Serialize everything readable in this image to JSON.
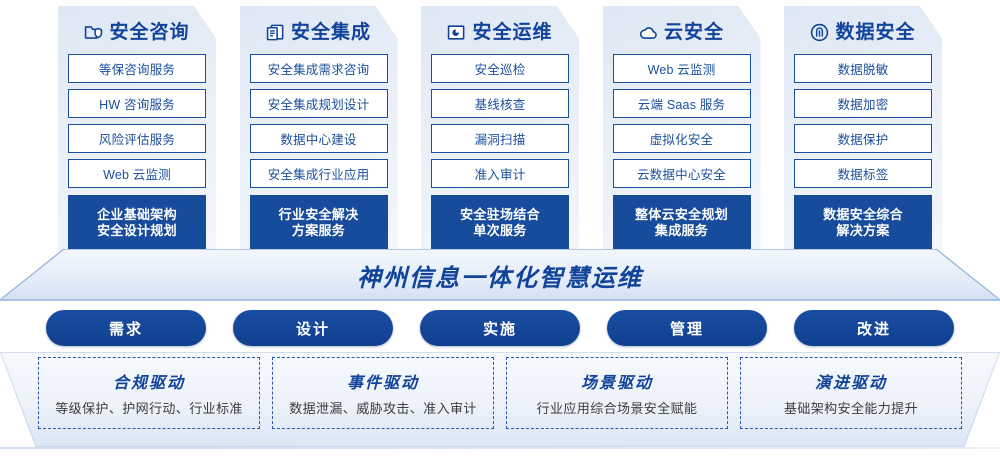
{
  "columns": [
    {
      "icon": "folder-shield-icon",
      "title": "安全咨询",
      "items": [
        "等保咨询服务",
        "HW 咨询服务",
        "风险评估服务",
        "Web 云监测"
      ],
      "footer": [
        "企业基础架构",
        "安全设计规划"
      ]
    },
    {
      "icon": "documents-copy-icon",
      "title": "安全集成",
      "items": [
        "安全集成需求咨询",
        "安全集成规划设计",
        "数据中心建设",
        "安全集成行业应用"
      ],
      "footer": [
        "行业安全解决",
        "方案服务"
      ]
    },
    {
      "icon": "folder-chart-icon",
      "title": "安全运维",
      "items": [
        "安全巡检",
        "基线核查",
        "漏洞扫描",
        "准入审计"
      ],
      "footer": [
        "安全驻场结合",
        "单次服务"
      ]
    },
    {
      "icon": "cloud-icon",
      "title": "云安全",
      "items": [
        "Web 云监测",
        "云端 Saas 服务",
        "虚拟化安全",
        "云数据中心安全"
      ],
      "footer": [
        "整体云安全规划",
        "集成服务"
      ]
    },
    {
      "icon": "fingerprint-icon",
      "title": "数据安全",
      "items": [
        "数据脱敏",
        "数据加密",
        "数据保护",
        "数据标签"
      ],
      "footer": [
        "数据安全综合",
        "解决方案"
      ]
    }
  ],
  "banner": {
    "text": "神州信息一体化智慧运维"
  },
  "phases": [
    {
      "label": "需求"
    },
    {
      "label": "设计"
    },
    {
      "label": "实施"
    },
    {
      "label": "管理"
    },
    {
      "label": "改进"
    }
  ],
  "drivers": [
    {
      "title": "合规驱动",
      "subtitle": "等级保护、护网行动、行业标准"
    },
    {
      "title": "事件驱动",
      "subtitle": "数据泄漏、威胁攻击、准入审计"
    },
    {
      "title": "场景驱动",
      "subtitle": "行业应用综合场景安全赋能"
    },
    {
      "title": "演进驱动",
      "subtitle": "基础架构安全能力提升"
    }
  ],
  "colors": {
    "brand_blue": "#12439a",
    "deep_blue": "#174b9b",
    "card_bg_top": "#dee7f4",
    "text_gray": "#3c3c3c"
  }
}
